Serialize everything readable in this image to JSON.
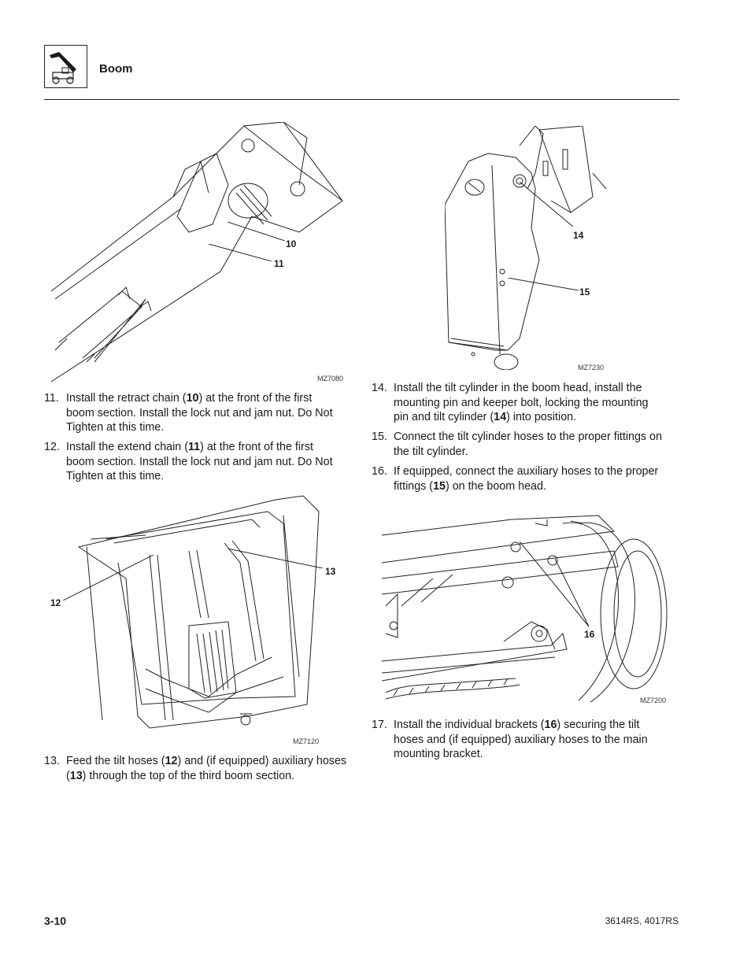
{
  "header": {
    "section_title": "Boom",
    "logo_icon": "telehandler-icon"
  },
  "figures": [
    {
      "id": "MZ7080",
      "callouts": [
        "10",
        "11"
      ]
    },
    {
      "id": "MZ7230",
      "callouts": [
        "14",
        "15"
      ]
    },
    {
      "id": "MZ7120",
      "callouts": [
        "12",
        "13"
      ]
    },
    {
      "id": "MZ7200",
      "callouts": [
        "16"
      ]
    }
  ],
  "steps": [
    {
      "num": "11.",
      "pre": "Install the retract chain (",
      "ref": "10",
      "post": ") at the front of the first",
      "line2": "boom section. Install the lock nut and jam nut. Do Not",
      "line3": "Tighten at this time."
    },
    {
      "num": "12.",
      "pre": "Install the extend chain (",
      "ref": "11",
      "post": ") at the front of the first",
      "line2": "boom section. Install the lock nut and jam nut. Do Not",
      "line3": "Tighten at this time."
    },
    {
      "num": "13.",
      "pre": "Feed the tilt hoses (",
      "ref": "12",
      "post": ") and (if equipped) auxiliary hoses",
      "line2_pre": "(",
      "ref2": "13",
      "line2_post": ") through the top of the third boom section."
    },
    {
      "num": "14.",
      "line1": "Install the tilt cylinder in the boom head, install the",
      "line2": "mounting pin and keeper bolt, locking the mounting",
      "line3_pre": "pin and tilt cylinder (",
      "ref": "14",
      "line3_post": ") into position."
    },
    {
      "num": "15.",
      "line1": "Connect the tilt cylinder hoses to the proper fittings on",
      "line2": "the tilt cylinder."
    },
    {
      "num": "16.",
      "line1": "If equipped, connect the auxiliary hoses to the proper",
      "line2_pre": "fittings (",
      "ref": "15",
      "line2_post": ") on the boom head."
    },
    {
      "num": "17.",
      "pre": "Install the individual brackets (",
      "ref": "16",
      "post": ") securing the tilt",
      "line2": "hoses and (if equipped) auxiliary hoses to the main",
      "line3": "mounting bracket."
    }
  ],
  "footer": {
    "page_number": "3-10",
    "model": "3614RS, 4017RS"
  }
}
